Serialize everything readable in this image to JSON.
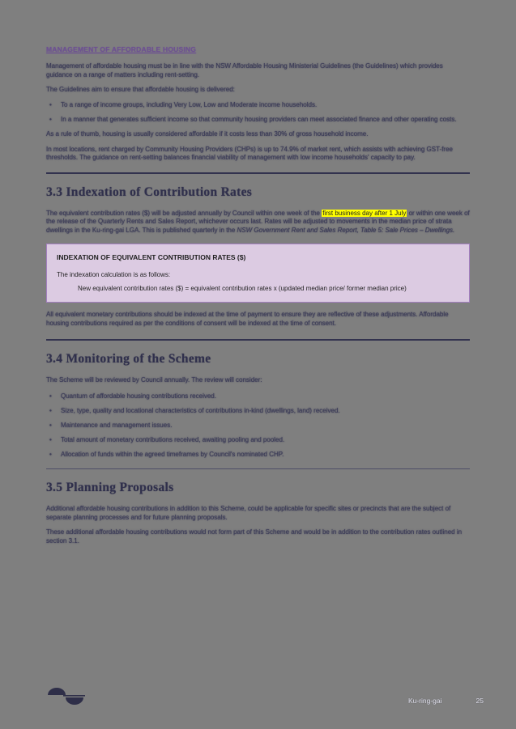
{
  "document": {
    "subheading": "MANAGEMENT OF AFFORDABLE HOUSING",
    "intro": {
      "p1": "Management of affordable housing must be in line with the NSW Affordable Housing Ministerial Guidelines (the Guidelines) which provides guidance on a range of matters including rent-setting.",
      "p2": "The Guidelines aim to ensure that affordable housing is delivered:",
      "bullets": [
        "To a range of income groups, including Very Low, Low and Moderate income households.",
        "In a manner that generates sufficient income so that community housing providers can meet associated finance and other operating costs."
      ],
      "p3": "As a rule of thumb, housing is usually considered affordable if it costs less than 30% of gross household income.",
      "p4": "In most locations, rent charged by Community Housing Providers (CHPs) is up to 74.9% of market rent, which assists with achieving GST-free thresholds. The guidance on rent-setting balances financial viability of management with low income households' capacity to pay."
    },
    "section_33": {
      "title": "3.3 Indexation of Contribution Rates",
      "para_part1": "The equivalent contribution rates ($) will be adjusted annually by Council within one week of the ",
      "highlight": "first business day after 1 July",
      "para_part2": " or within one week of the release of the Quarterly Rents and Sales Report, whichever occurs last. Rates will be adjusted to movements in the median price of strata dwellings in the Ku-ring-gai LGA. This is published quarterly in the ",
      "para_italic": "NSW Government Rent and Sales Report, Table 5: Sale Prices – Dwellings.",
      "box": {
        "title": "INDEXATION OF EQUIVALENT CONTRIBUTION RATES ($)",
        "line1": "The indexation calculation is as follows:",
        "formula": "New equivalent contribution rates ($) = equivalent contribution rates x (updated median price/ former median price)"
      },
      "para_after_box": "All equivalent monetary contributions should be indexed at the time of payment to ensure they are reflective of these adjustments. Affordable housing contributions required as per the conditions of consent will be indexed at the time of consent."
    },
    "section_34": {
      "title": "3.4 Monitoring of the Scheme",
      "intro": "The Scheme will be reviewed by Council annually. The review will consider:",
      "bullets": [
        "Quantum of affordable housing contributions received.",
        "Size, type, quality and locational characteristics of contributions in-kind (dwellings, land) received.",
        "Maintenance and management issues.",
        "Total amount of monetary contributions received, awaiting pooling and pooled.",
        "Allocation of funds within the agreed timeframes by Council's nominated CHP."
      ]
    },
    "section_35": {
      "title": "3.5 Planning Proposals",
      "p1": "Additional affordable housing contributions in addition to this Scheme, could be applicable for specific sites or precincts that are the subject of separate planning processes and for future planning proposals.",
      "p2": "These additional affordable housing contributions would not form part of this Scheme and would be in addition to the contribution rates outlined in section 3.1."
    },
    "footer": {
      "brand": "Ku-ring-gai",
      "page_number": "25"
    }
  },
  "colors": {
    "page_bg": "#7f7f7f",
    "subheading_purple": "#6d5291",
    "body_text": "#3d3d58",
    "highlight_bg": "#ffff00",
    "box_bg": "#dccbe2",
    "box_border": "#a37fc0",
    "divider": "#32324e",
    "footer_text": "#e2e2ec",
    "logo": "#2e2e48"
  }
}
